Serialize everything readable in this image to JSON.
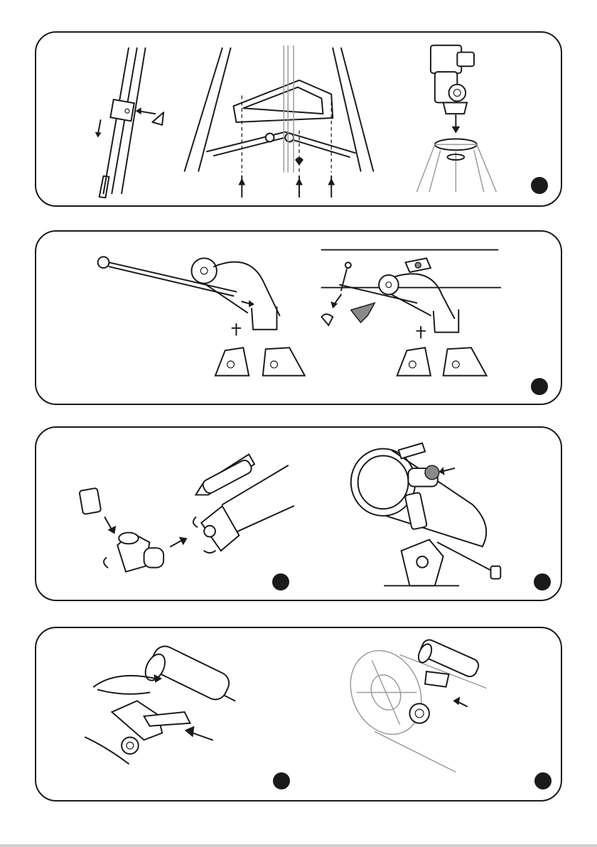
{
  "panels": [
    {
      "id": "tripod-and-mount-assembly",
      "step_marker": ""
    },
    {
      "id": "counterweight-rod-installation",
      "step_marker": ""
    },
    {
      "id": "diagonal-and-eyepiece-installation",
      "step_marker": ""
    },
    {
      "id": "finderscope-installation",
      "step_marker": ""
    }
  ],
  "colors": {
    "ink": "#1a1a1a",
    "background": "#ffffff",
    "accent_grey": "#8a8a8a"
  }
}
